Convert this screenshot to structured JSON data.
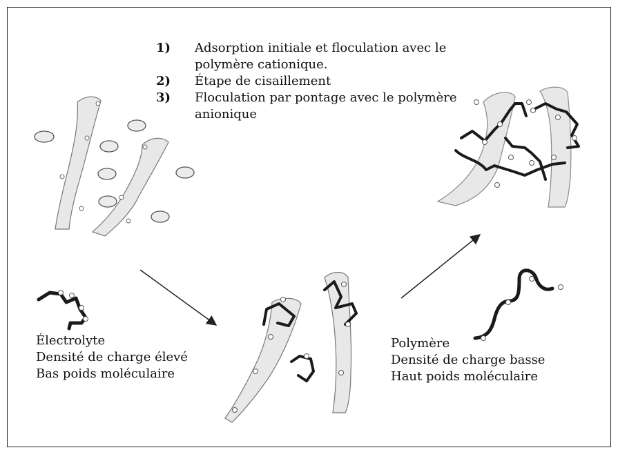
{
  "steps": [
    {
      "number": "1)",
      "line1": "Adsorption initiale et floculation avec le",
      "line2": "polymère cationique."
    },
    {
      "number": "2)",
      "line1": "Étape de cisaillement",
      "line2": ""
    },
    {
      "number": "3)",
      "line1": "Floculation par pontage avec le polymère",
      "line2": "anionique"
    }
  ],
  "left_label": [
    "Électrolyte",
    "Densité de charge élevé",
    "Bas poids moléculaire"
  ],
  "right_label": [
    "Polymère",
    "Densité de charge basse",
    "Haut poids moléculaire"
  ],
  "colors": {
    "fiber_fill": "#e8e8e8",
    "fiber_stroke": "#777777",
    "polymer": "#1a1a1a",
    "arrow": "#222222"
  }
}
